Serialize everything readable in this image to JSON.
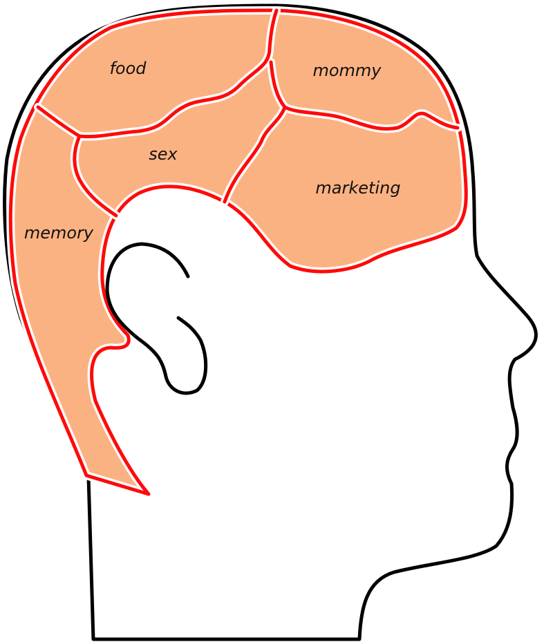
{
  "diagram": {
    "regions": [
      {
        "id": "food",
        "label": "food"
      },
      {
        "id": "mommy",
        "label": "mommy"
      },
      {
        "id": "sex",
        "label": "sex"
      },
      {
        "id": "marketing",
        "label": "marketing"
      },
      {
        "id": "memory",
        "label": "memory"
      }
    ],
    "colors": {
      "brain_fill": "#FBB282",
      "region_border": "#FF0A0A",
      "head_outline": "#000000",
      "background": "#FFFFFF"
    }
  }
}
